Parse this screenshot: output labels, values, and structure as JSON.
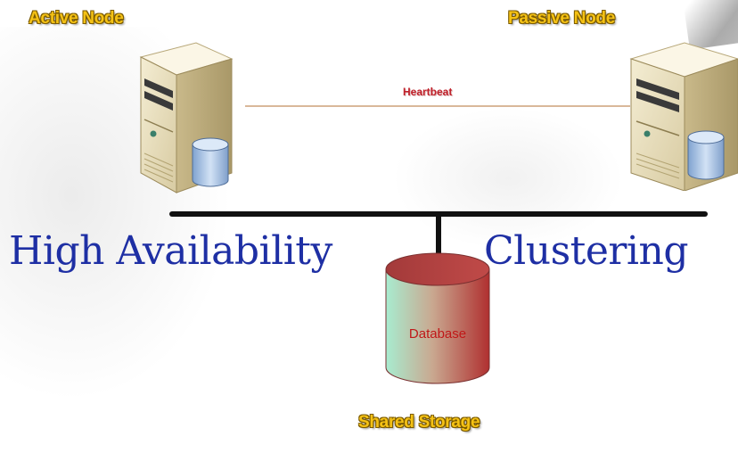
{
  "nodes": {
    "active": {
      "label": "Active Node"
    },
    "passive": {
      "label": "Passive Node"
    }
  },
  "heartbeat": {
    "label": "Heartbeat"
  },
  "title": {
    "left": "High Availability",
    "right": "Clustering"
  },
  "storage": {
    "database_label": "Database",
    "caption": "Shared Storage"
  },
  "colors": {
    "title_blue": "#1e2fa4",
    "label_gold": "#f5c215",
    "heartbeat_red": "#c0202a",
    "bus_black": "#111111",
    "db_red": "#c03a3a",
    "db_green": "#a8e8cc"
  },
  "icons": [
    "server-tower-icon",
    "database-cylinder-icon"
  ]
}
